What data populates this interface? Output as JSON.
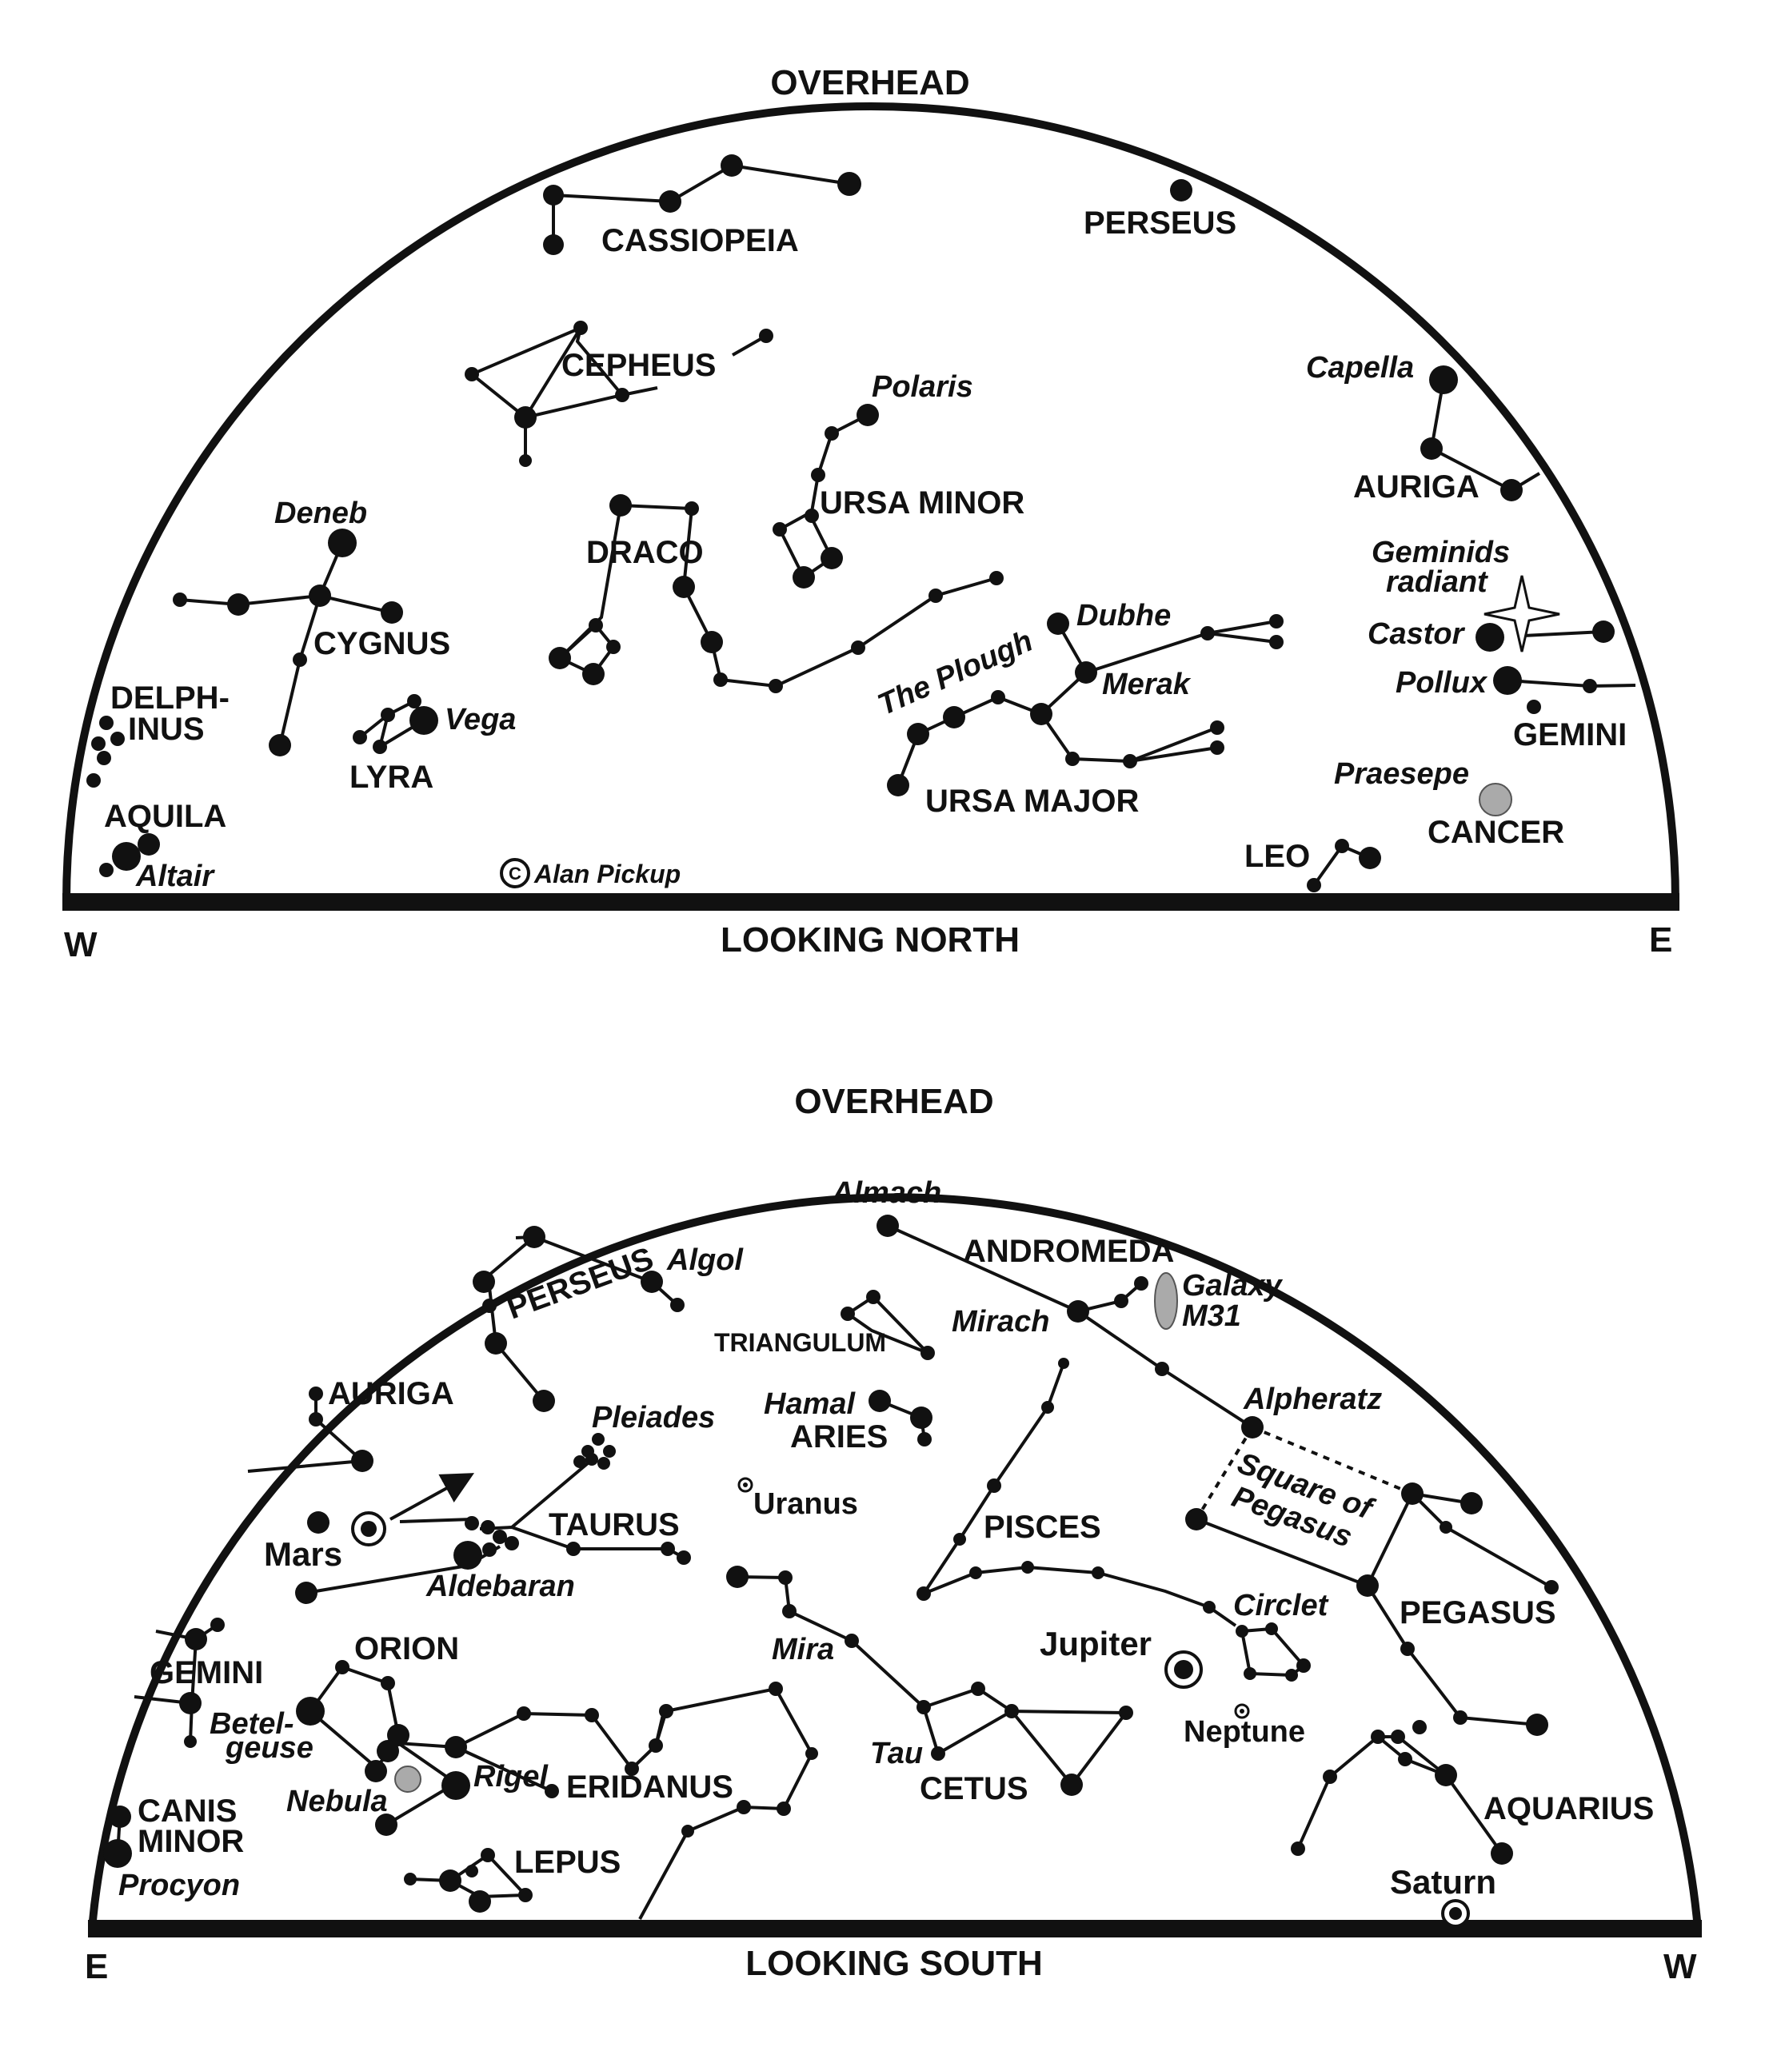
{
  "north": {
    "overhead": "OVERHEAD",
    "title": "LOOKING NORTH",
    "left_dir": "W",
    "right_dir": "E",
    "constellations": {
      "cassiopeia": "CASSIOPEIA",
      "perseus": "PERSEUS",
      "cepheus": "CEPHEUS",
      "ursa_minor": "URSA MINOR",
      "draco": "DRACO",
      "cygnus": "CYGNUS",
      "delph_1": "DELPH-",
      "delph_2": "INUS",
      "lyra": "LYRA",
      "aquila": "AQUILA",
      "ursa_major": "URSA MAJOR",
      "auriga": "AURIGA",
      "gemini": "GEMINI",
      "cancer": "CANCER",
      "leo": "LEO"
    },
    "stars": {
      "polaris": "Polaris",
      "deneb": "Deneb",
      "vega": "Vega",
      "altair": "Altair",
      "capella": "Capella",
      "castor": "Castor",
      "pollux": "Pollux",
      "dubhe": "Dubhe",
      "merak": "Merak",
      "praesepe": "Praesepe",
      "the_plough": "The Plough",
      "geminids_1": "Geminids",
      "geminids_2": "radiant"
    },
    "credit": "Alan Pickup",
    "copyright_symbol": "C"
  },
  "south": {
    "overhead": "OVERHEAD",
    "title": "LOOKING SOUTH",
    "left_dir": "E",
    "right_dir": "W",
    "constellations": {
      "andromeda": "ANDROMEDA",
      "perseus": "PERSEUS",
      "triangulum": "TRIANGULUM",
      "aries": "ARIES",
      "auriga": "AURIGA",
      "taurus": "TAURUS",
      "pisces": "PISCES",
      "pegasus": "PEGASUS",
      "gemini": "GEMINI",
      "orion": "ORION",
      "eridanus": "ERIDANUS",
      "cetus": "CETUS",
      "aquarius": "AQUARIUS",
      "canis_1": "CANIS",
      "canis_2": "MINOR",
      "lepus": "LEPUS"
    },
    "stars": {
      "almach": "Almach",
      "algol": "Algol",
      "galaxy_1": "Galaxy",
      "galaxy_2": "M31",
      "mirach": "Mirach",
      "hamal": "Hamal",
      "pleiades": "Pleiades",
      "alpheratz": "Alpheratz",
      "square_1": "Square of",
      "square_2": "Pegasus",
      "uranus": "Uranus",
      "mars": "Mars",
      "aldebaran": "Aldebaran",
      "circlet": "Circlet",
      "jupiter": "Jupiter",
      "mira": "Mira",
      "betel_1": "Betel-",
      "betel_2": "geuse",
      "neptune": "Neptune",
      "rigel": "Rigel",
      "nebula": "Nebula",
      "tau": "Tau",
      "procyon": "Procyon",
      "saturn": "Saturn"
    }
  }
}
